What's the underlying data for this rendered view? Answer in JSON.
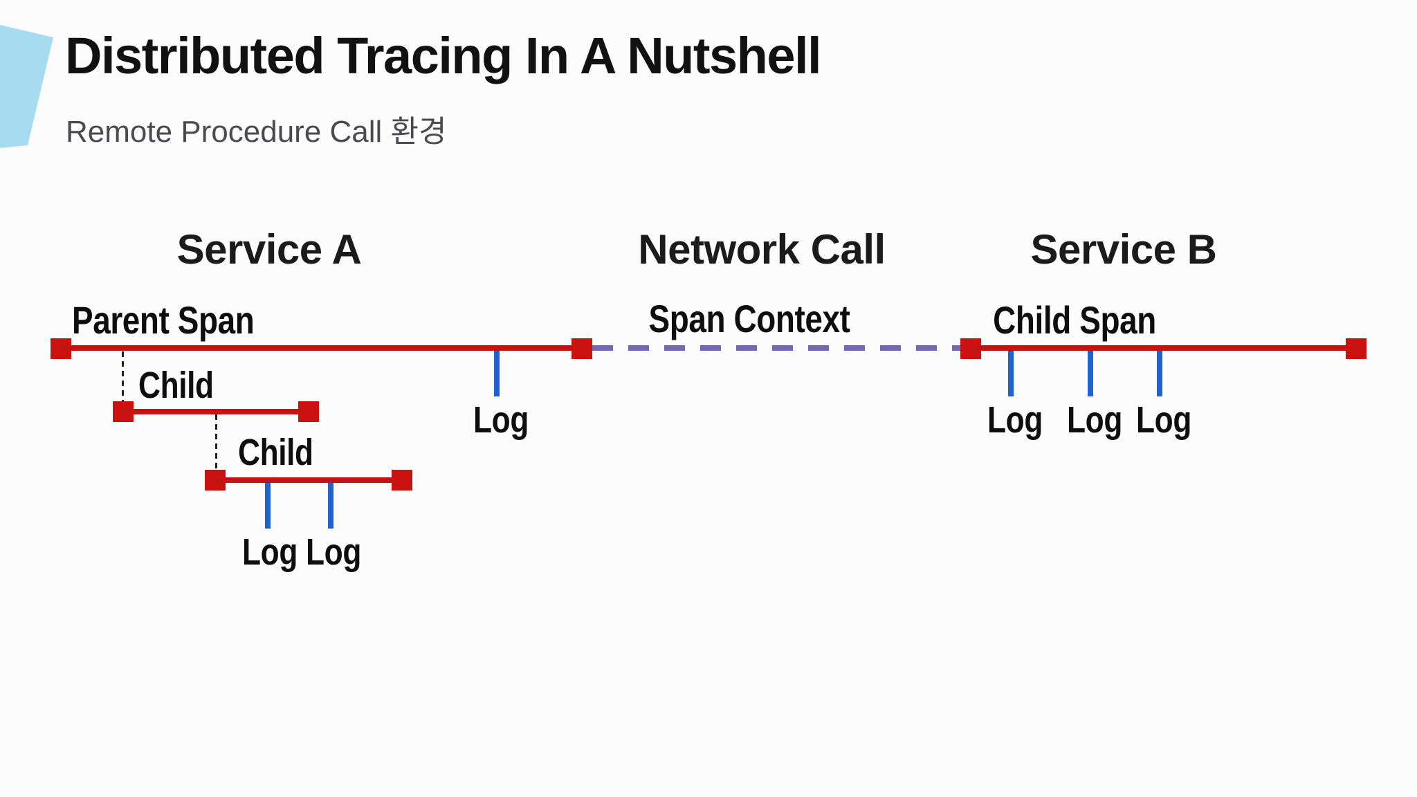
{
  "slide": {
    "title": "Distributed Tracing In A Nutshell",
    "subtitle": "Remote Procedure Call 환경"
  },
  "sections": {
    "service_a": "Service A",
    "network_call": "Network Call",
    "service_b": "Service B"
  },
  "diagram": {
    "type": "distributed-trace-timeline",
    "log_label": "Log",
    "service_a": {
      "parent_span": {
        "label": "Parent Span",
        "log_count": 1
      },
      "child_span_1": {
        "label": "Child",
        "log_count": 0
      },
      "child_span_2": {
        "label": "Child",
        "log_count": 2
      }
    },
    "network_call": {
      "label": "Span Context",
      "line_style": "dashed"
    },
    "service_b": {
      "child_span": {
        "label": "Child Span",
        "log_count": 3
      }
    }
  },
  "colors": {
    "span_line": "#c31313",
    "span_endpoint": "#cc1111",
    "log_tick": "#2063cd",
    "span_context_dash": "#7468b4",
    "accent_shape": "#a6dbf0",
    "title_text": "#111111",
    "subtitle_text": "#4a4a50"
  }
}
